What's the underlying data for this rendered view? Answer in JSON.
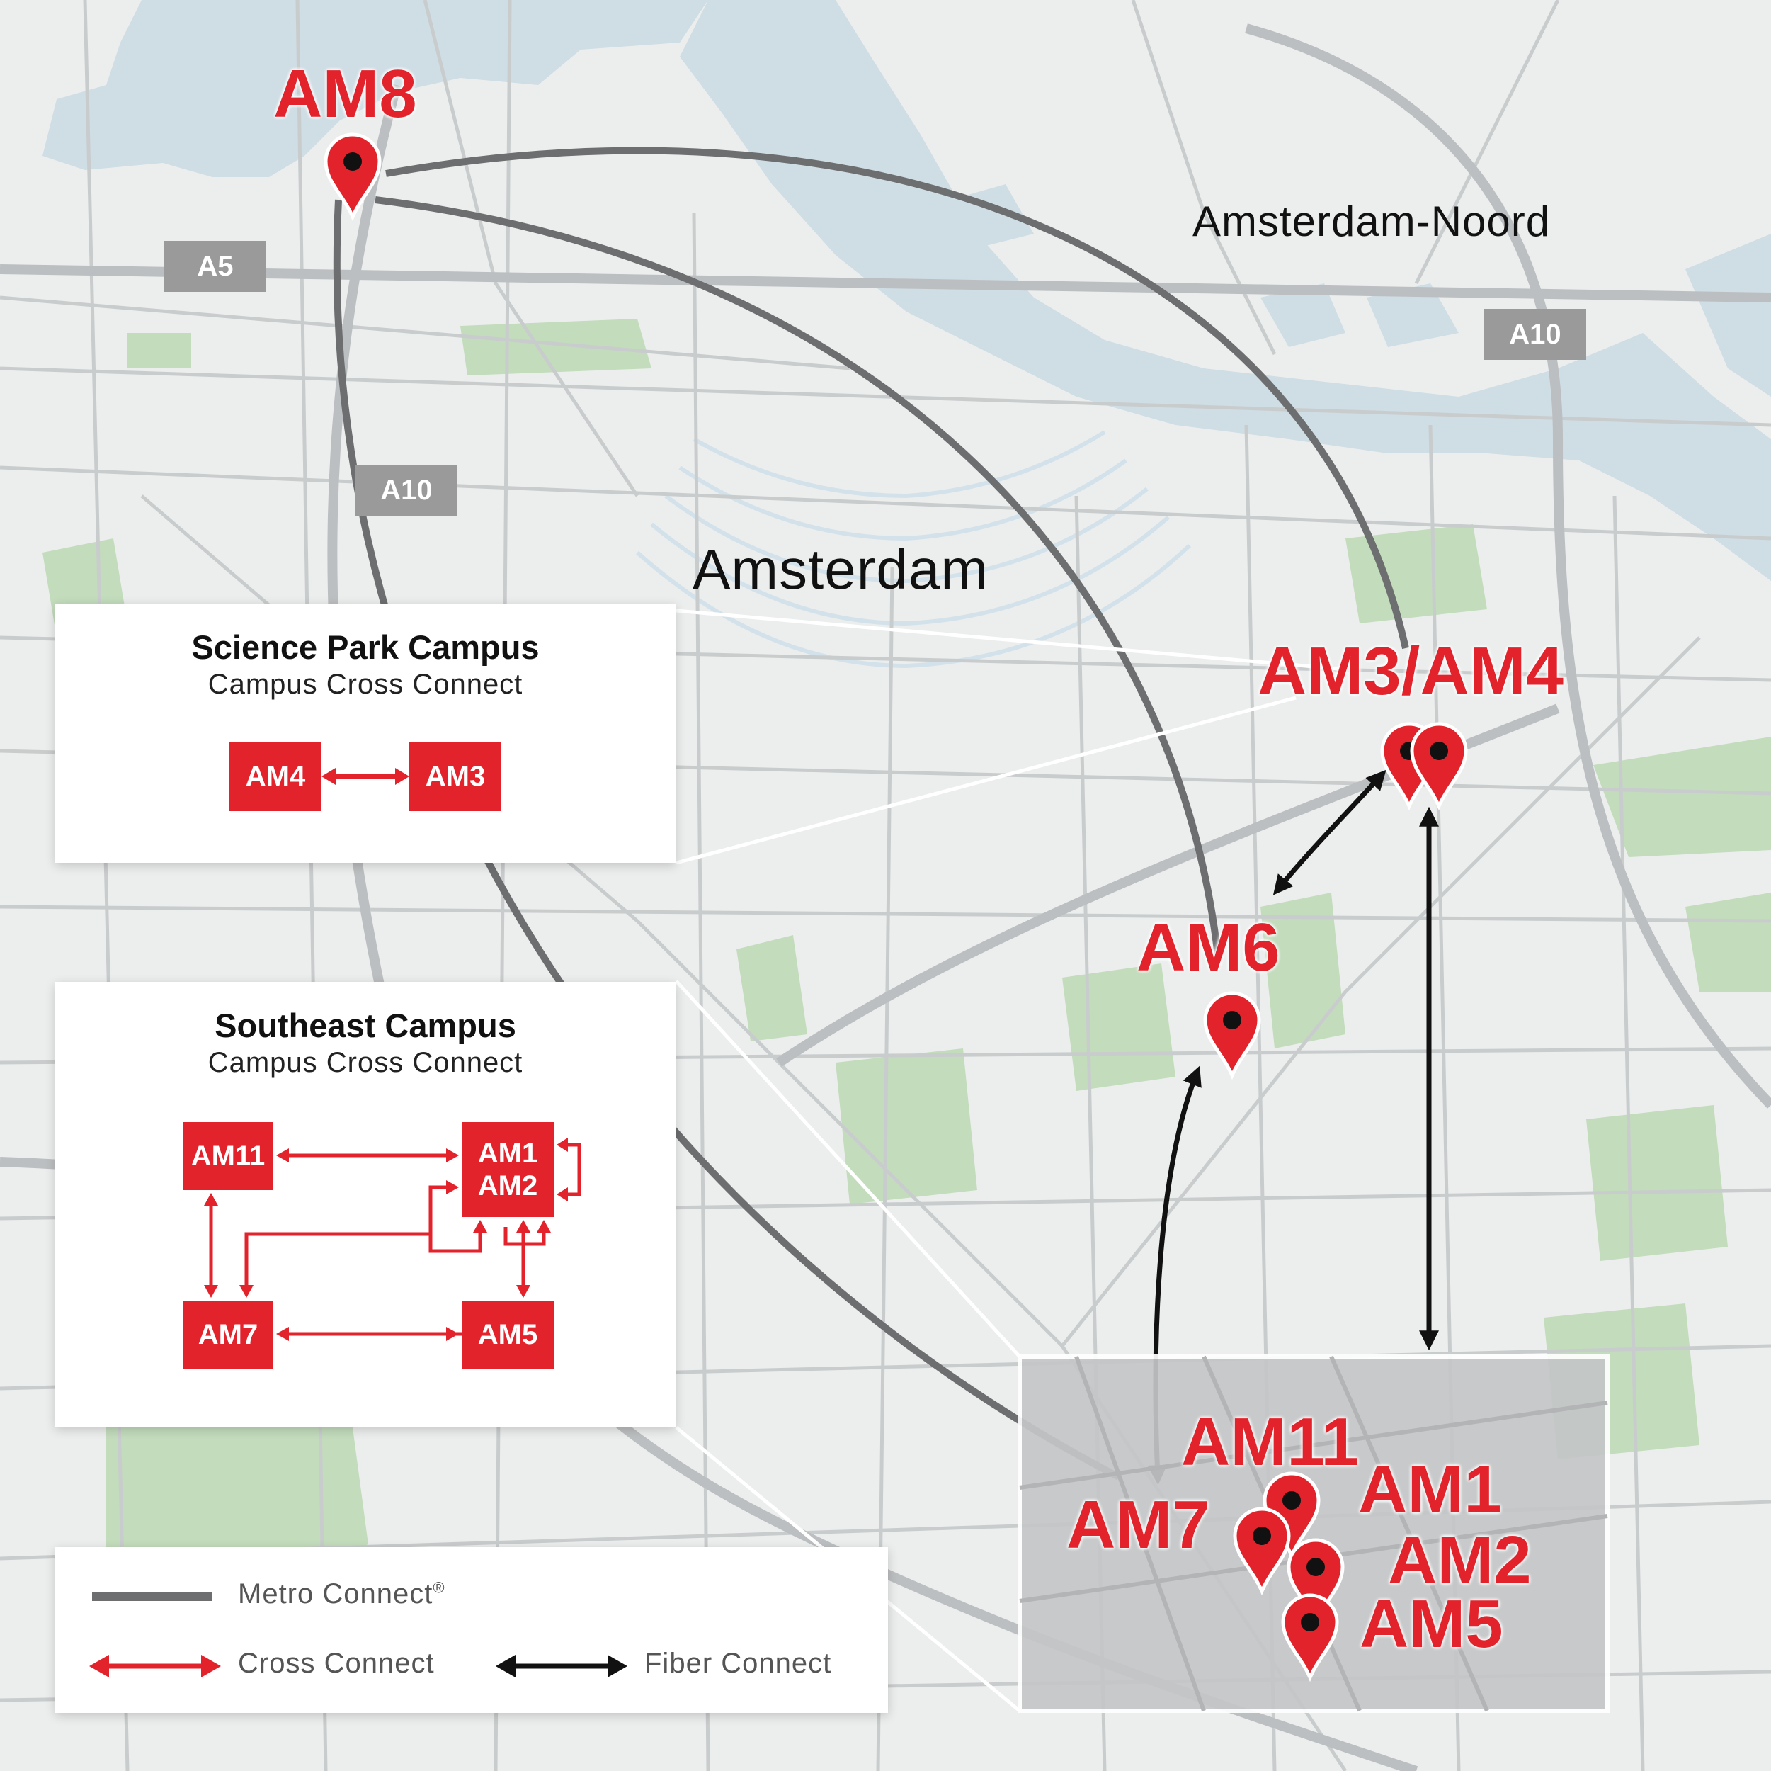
{
  "places": {
    "amsterdam": "Amsterdam",
    "noord": "Amsterdam-Noord"
  },
  "highways": [
    "A5",
    "A10",
    "A10"
  ],
  "markers": {
    "am8": "AM8",
    "am3am4": "AM3/AM4",
    "am6": "AM6",
    "am11": "AM11",
    "am1": "AM1",
    "am7": "AM7",
    "am2": "AM2",
    "am5": "AM5"
  },
  "science_park": {
    "title": "Science Park Campus",
    "subtitle": "Campus Cross Connect",
    "boxes": [
      "AM4",
      "AM3"
    ]
  },
  "southeast": {
    "title": "Southeast Campus",
    "subtitle": "Campus Cross Connect",
    "boxes": {
      "am11": "AM11",
      "am1am2": "AM1\nAM2",
      "am7": "AM7",
      "am5": "AM5"
    }
  },
  "legend": {
    "metro": "Metro Connect",
    "metro_mark": "®",
    "cross": "Cross Connect",
    "fiber": "Fiber Connect"
  },
  "colors": {
    "brand_red": "#e3232c",
    "metro_gray": "#6d6e70",
    "fiber_black": "#111111",
    "water": "#cfdde4",
    "park": "#c3dcbc",
    "land": "#eceeee"
  }
}
